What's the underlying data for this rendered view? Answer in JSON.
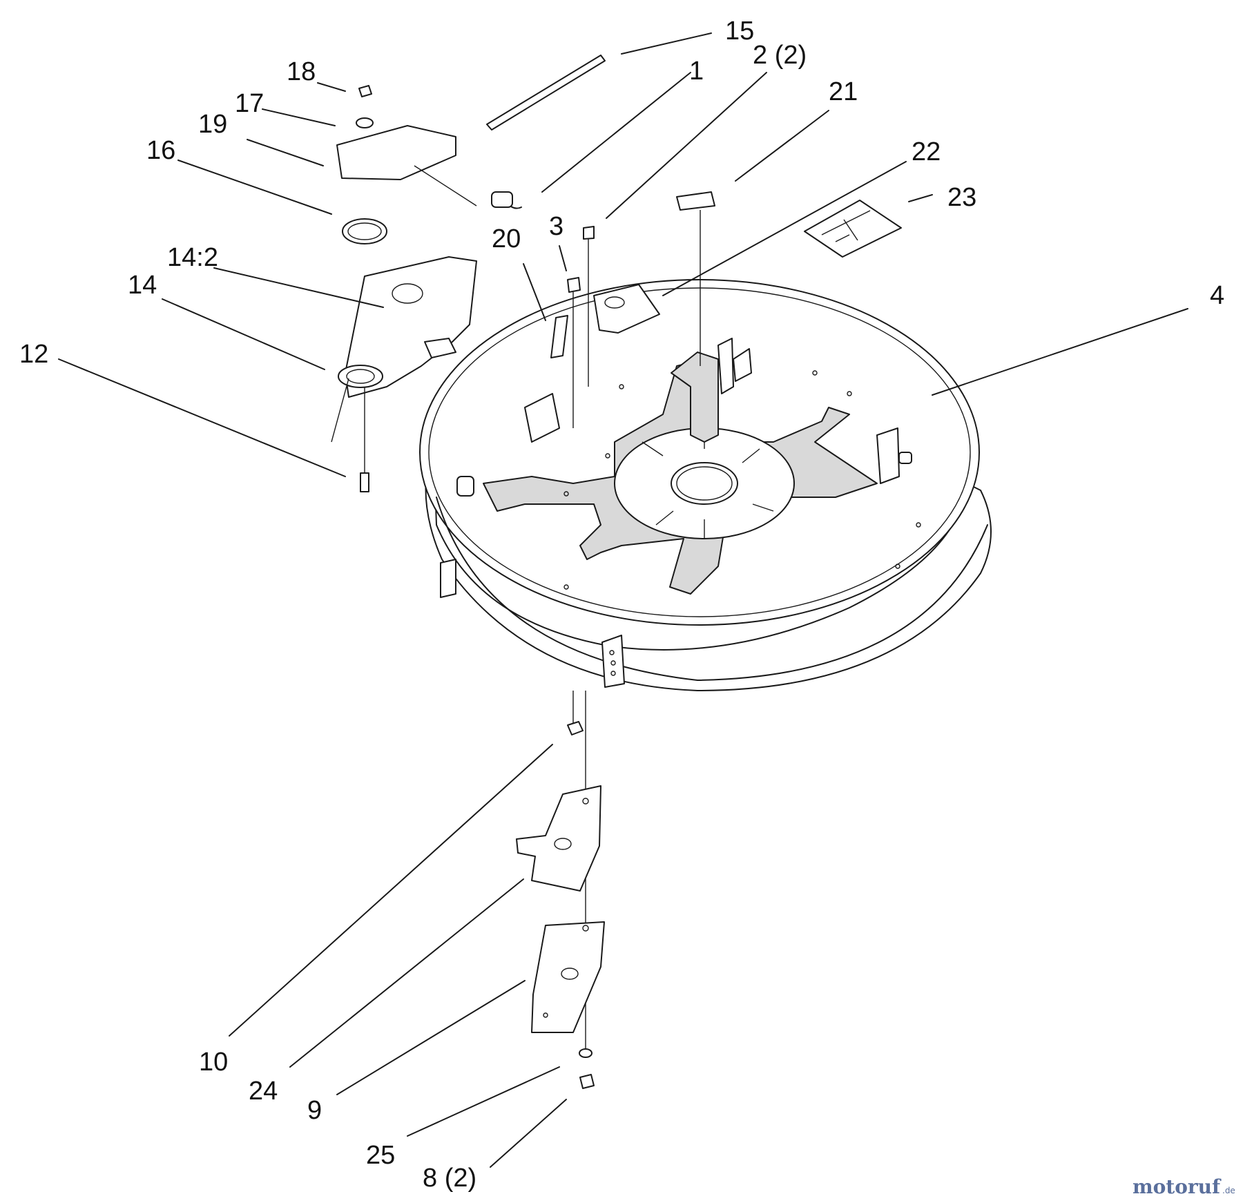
{
  "callouts": [
    {
      "id": "c15",
      "text": "15"
    },
    {
      "id": "c2",
      "text": "2 (2)"
    },
    {
      "id": "c1",
      "text": "1"
    },
    {
      "id": "c18",
      "text": "18"
    },
    {
      "id": "c17",
      "text": "17"
    },
    {
      "id": "c19",
      "text": "19"
    },
    {
      "id": "c16",
      "text": "16"
    },
    {
      "id": "c21",
      "text": "21"
    },
    {
      "id": "c22",
      "text": "22"
    },
    {
      "id": "c23",
      "text": "23"
    },
    {
      "id": "c3",
      "text": "3"
    },
    {
      "id": "c20",
      "text": "20"
    },
    {
      "id": "c142",
      "text": "14:2"
    },
    {
      "id": "c14",
      "text": "14"
    },
    {
      "id": "c12",
      "text": "12"
    },
    {
      "id": "c4",
      "text": "4"
    },
    {
      "id": "c10",
      "text": "10"
    },
    {
      "id": "c24",
      "text": "24"
    },
    {
      "id": "c9",
      "text": "9"
    },
    {
      "id": "c25",
      "text": "25"
    },
    {
      "id": "c8",
      "text": "8 (2)"
    }
  ],
  "watermark": {
    "brand": "motoruf",
    "suffix": ".de",
    "color": "#5a6f9c",
    "accent": "#d9a21a"
  }
}
